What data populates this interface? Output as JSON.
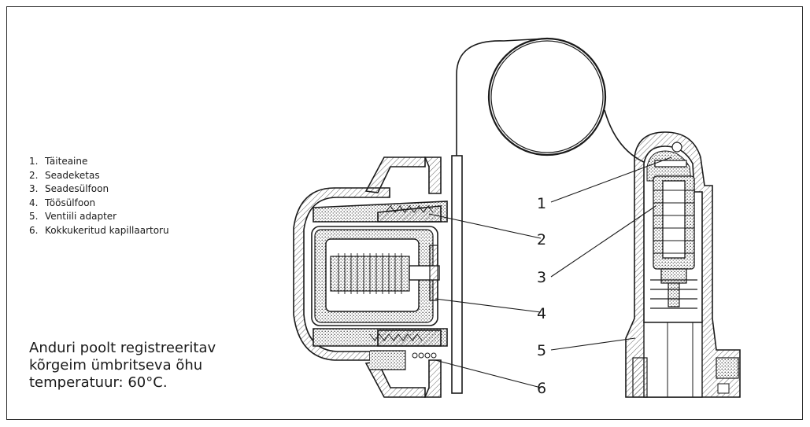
{
  "legend": [
    {
      "num": "1.",
      "label": "Täiteaine"
    },
    {
      "num": "2.",
      "label": "Seadeketas"
    },
    {
      "num": "3.",
      "label": "Seadesülfoon"
    },
    {
      "num": "4.",
      "label": "Töösülfoon"
    },
    {
      "num": "5.",
      "label": "Ventiili adapter"
    },
    {
      "num": "6.",
      "label": "Kokkukeritud kapillaartoru"
    }
  ],
  "note": {
    "line1": "Anduri poolt registreeritav",
    "line2": "kõrgeim ümbritseva õhu",
    "line3": "temperatuur: 60°C."
  },
  "callouts": {
    "c1": "1",
    "c2": "2",
    "c3": "3",
    "c4": "4",
    "c5": "5",
    "c6": "6"
  }
}
